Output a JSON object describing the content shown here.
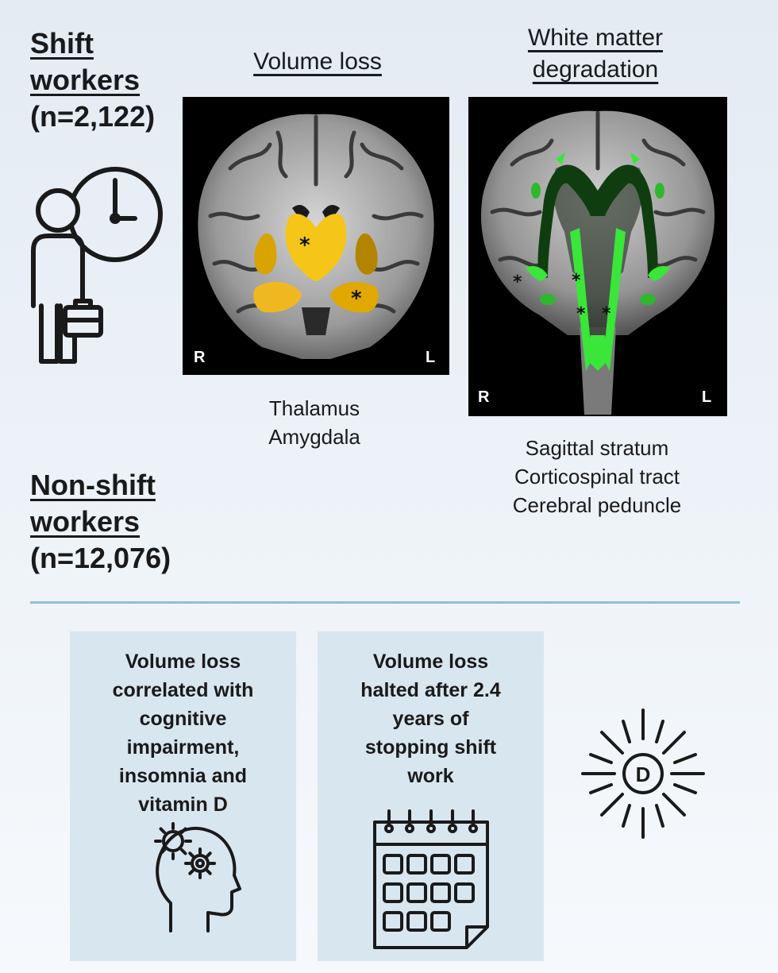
{
  "groups": {
    "shift": {
      "line1": "Shift",
      "line2": "workers",
      "count": "(n=2,122)"
    },
    "nonshift": {
      "line1": "Non-shift",
      "line2": "workers",
      "count": "(n=12,076)"
    }
  },
  "panels": {
    "volume": {
      "title": "Volume loss",
      "right_label": "R",
      "left_label": "L",
      "marker": "*",
      "regions": [
        "Thalamus",
        "Amygdala"
      ]
    },
    "white": {
      "title_line1": "White matter",
      "title_line2": "degradation",
      "right_label": "R",
      "left_label": "L",
      "marker": "*",
      "tracts": [
        "Sagittal stratum",
        "Corticospinal tract",
        "Cerebral peduncle"
      ]
    }
  },
  "boxes": {
    "correlation": {
      "lines": [
        "Volume loss",
        "correlated with",
        "cognitive",
        "impairment,",
        "insomnia and",
        "vitamin D"
      ]
    },
    "halted": {
      "lines": [
        "Volume loss",
        "halted after 2.4",
        "years of",
        "stopping shift",
        "work"
      ]
    }
  },
  "sun": {
    "letter": "D"
  },
  "icons": {
    "worker": "shift-worker-clock-icon",
    "head": "head-gears-icon",
    "calendar": "calendar-icon",
    "sun": "vitamin-d-sun-icon"
  },
  "colors": {
    "volume_highlight": "#f5c518",
    "tract_light": "#39e639",
    "tract_dark": "#0f3d0f",
    "box_bg": "#d8e6ef",
    "divider": "#8fbfdb"
  }
}
